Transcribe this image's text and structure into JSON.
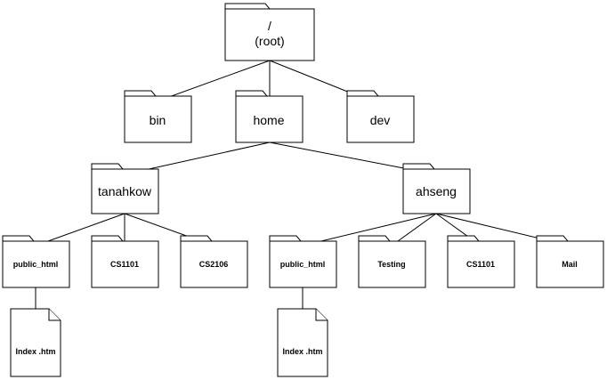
{
  "diagram": {
    "root": {
      "line1": "/",
      "line2": "(root)"
    },
    "bin": "bin",
    "home": "home",
    "dev": "dev",
    "tanahkow": "tanahkow",
    "ahseng": "ahseng",
    "tanahkow_public_html": "public_html",
    "tanahkow_cs1101": "CS1101",
    "tanahkow_cs2106": "CS2106",
    "ahseng_public_html": "public_html",
    "ahseng_testing": "Testing",
    "ahseng_cs1101": "CS1101",
    "ahseng_mail": "Mail",
    "tanahkow_index": "Index .htm",
    "ahseng_index": "Index .htm"
  }
}
